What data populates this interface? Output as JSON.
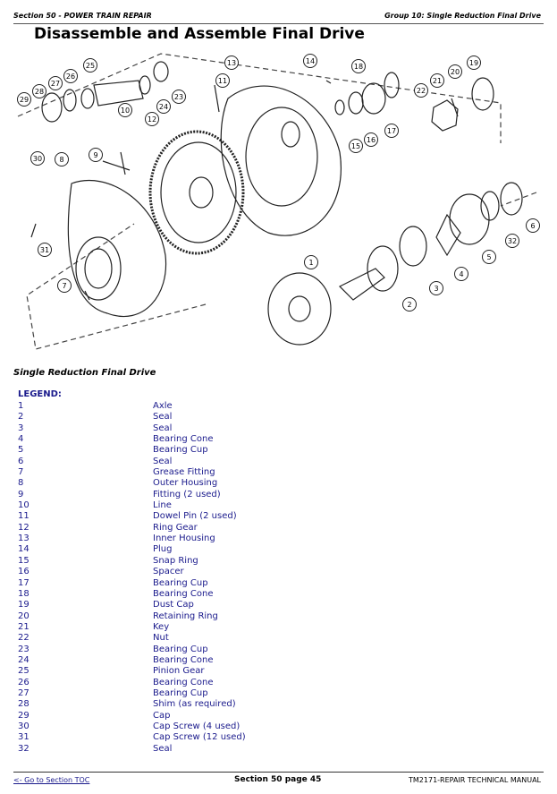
{
  "header": {
    "section": "Section 50 - POWER TRAIN REPAIR",
    "group": "Group 10: Single Reduction Final Drive"
  },
  "title": "Disassemble and Assemble Final Drive",
  "diagram": {
    "callouts": [
      "25",
      "26",
      "27",
      "28",
      "29",
      "30",
      "8",
      "9",
      "10",
      "12",
      "11",
      "13",
      "14",
      "18",
      "20",
      "19",
      "21",
      "22",
      "23",
      "24",
      "15",
      "16",
      "17",
      "31",
      "7",
      "1",
      "2",
      "3",
      "4",
      "5",
      "32",
      "6"
    ]
  },
  "caption": "Single Reduction Final Drive",
  "legend": {
    "heading": "LEGEND:",
    "items": [
      {
        "num": "1",
        "desc": "Axle"
      },
      {
        "num": "2",
        "desc": "Seal"
      },
      {
        "num": "3",
        "desc": "Seal"
      },
      {
        "num": "4",
        "desc": "Bearing Cone"
      },
      {
        "num": "5",
        "desc": "Bearing Cup"
      },
      {
        "num": "6",
        "desc": "Seal"
      },
      {
        "num": "7",
        "desc": "Grease Fitting"
      },
      {
        "num": "8",
        "desc": "Outer Housing"
      },
      {
        "num": "9",
        "desc": "Fitting (2 used)"
      },
      {
        "num": "10",
        "desc": "Line"
      },
      {
        "num": "11",
        "desc": "Dowel Pin (2 used)"
      },
      {
        "num": "12",
        "desc": "Ring Gear"
      },
      {
        "num": "13",
        "desc": "Inner Housing"
      },
      {
        "num": "14",
        "desc": "Plug"
      },
      {
        "num": "15",
        "desc": "Snap Ring"
      },
      {
        "num": "16",
        "desc": "Spacer"
      },
      {
        "num": "17",
        "desc": "Bearing Cup"
      },
      {
        "num": "18",
        "desc": "Bearing Cone"
      },
      {
        "num": "19",
        "desc": "Dust Cap"
      },
      {
        "num": "20",
        "desc": "Retaining Ring"
      },
      {
        "num": "21",
        "desc": "Key"
      },
      {
        "num": "22",
        "desc": "Nut"
      },
      {
        "num": "23",
        "desc": "Bearing Cup"
      },
      {
        "num": "24",
        "desc": "Bearing Cone"
      },
      {
        "num": "25",
        "desc": "Pinion Gear"
      },
      {
        "num": "26",
        "desc": "Bearing Cone"
      },
      {
        "num": "27",
        "desc": "Bearing Cup"
      },
      {
        "num": "28",
        "desc": "Shim (as required)"
      },
      {
        "num": "29",
        "desc": "Cap"
      },
      {
        "num": "30",
        "desc": "Cap Screw (4 used)"
      },
      {
        "num": "31",
        "desc": "Cap Screw (12 used)"
      },
      {
        "num": "32",
        "desc": "Seal"
      }
    ]
  },
  "footer": {
    "toc_link": "<- Go to Section TOC",
    "page": "Section 50 page 45",
    "manual": "TM2171-REPAIR TECHNICAL MANUAL"
  }
}
